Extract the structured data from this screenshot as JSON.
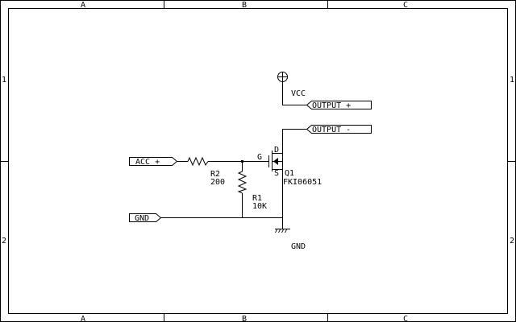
{
  "frame": {
    "columns": [
      "A",
      "B",
      "C"
    ],
    "rows": [
      "1",
      "2"
    ]
  },
  "ports": {
    "acc_plus": "ACC +",
    "gnd": "GND",
    "output_plus": "OUTPUT +",
    "output_minus": "OUTPUT -"
  },
  "power": {
    "vcc_label": "VCC",
    "gnd_label": "GND"
  },
  "components": {
    "r2": {
      "ref": "R2",
      "value": "200"
    },
    "r1": {
      "ref": "R1",
      "value": "10K"
    },
    "q1": {
      "ref": "Q1",
      "part": "FKI06051",
      "pin_g": "G",
      "pin_d": "D",
      "pin_s": "S"
    }
  }
}
